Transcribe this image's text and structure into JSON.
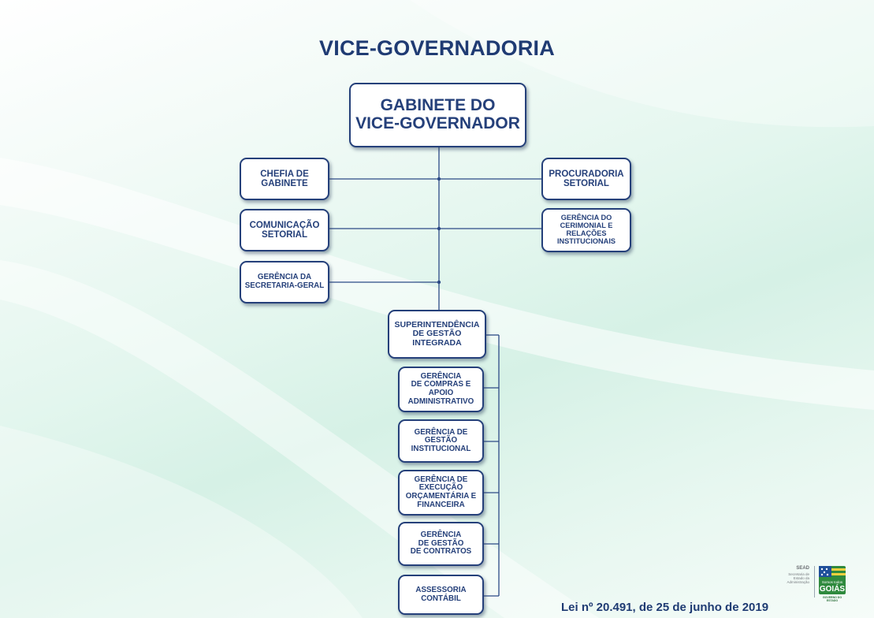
{
  "title": "VICE-GOVERNADORIA",
  "nodes": {
    "top": "GABINETE DO\nVICE-GOVERNADOR",
    "chefia": "CHEFIA DE\nGABINETE",
    "comunicacao": "COMUNICAÇÃO\nSETORIAL",
    "secretaria_geral": "GERÊNCIA DA\nSECRETARIA-GERAL",
    "procuradoria": "PROCURADORIA\nSETORIAL",
    "cerimonial": "GERÊNCIA DO\nCERIMONIAL E\nRELAÇÕES\nINSTITUCIONAIS",
    "superintendencia": "SUPERINTENDÊNCIA\nDE GESTÃO\nINTEGRADA",
    "compras": "GERÊNCIA\nDE COMPRAS E\nAPOIO\nADMINISTRATIVO",
    "gestao_institucional": "GERÊNCIA DE\nGESTÃO\nINSTITUCIONAL",
    "execucao_orcamentaria": "GERÊNCIA DE\nEXECUÇÃO\nORÇAMENTÁRIA E\nFINANCEIRA",
    "contratos": "GERÊNCIA\nDE GESTÃO\nDE CONTRATOS",
    "assessoria_contabil": "ASSESSORIA\nCONTÁBIL"
  },
  "footer": {
    "law": "Lei nº 20.491, de 25 de junho de 2019",
    "sead_title": "SEAD",
    "sead_subtitle": "Secretaria de\nEstado da\nAdministração",
    "goias_tagline": "Somos todos",
    "goias_word": "GOIÁS",
    "goias_state": "GOVERNO DO ESTADO"
  },
  "colors": {
    "box_border": "#25407a",
    "text": "#1f3b73",
    "connector": "#2c4a86",
    "background_green": "#d6f1e6"
  }
}
